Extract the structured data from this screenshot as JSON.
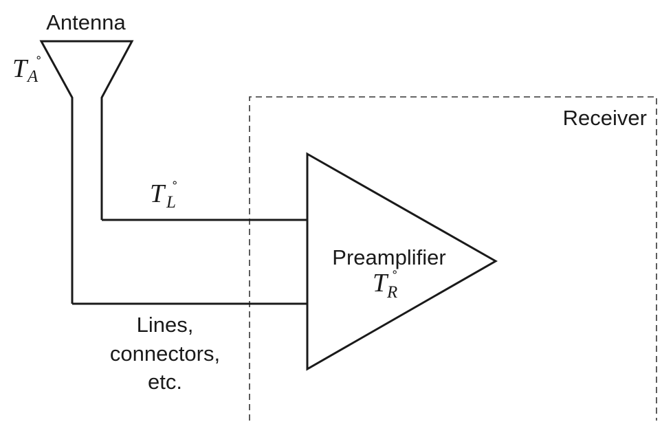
{
  "diagram": {
    "antenna": {
      "label": "Antenna",
      "temperature": {
        "symbol": "T",
        "subscript": "A",
        "degree": "°"
      }
    },
    "lines": {
      "temperature": {
        "symbol": "T",
        "subscript": "L",
        "degree": "°"
      },
      "caption": [
        "Lines,",
        "connectors,",
        "etc."
      ]
    },
    "receiver": {
      "label": "Receiver"
    },
    "preamplifier": {
      "label": "Preamplifier",
      "temperature": {
        "symbol": "T",
        "subscript": "R",
        "degree": "°"
      }
    }
  }
}
